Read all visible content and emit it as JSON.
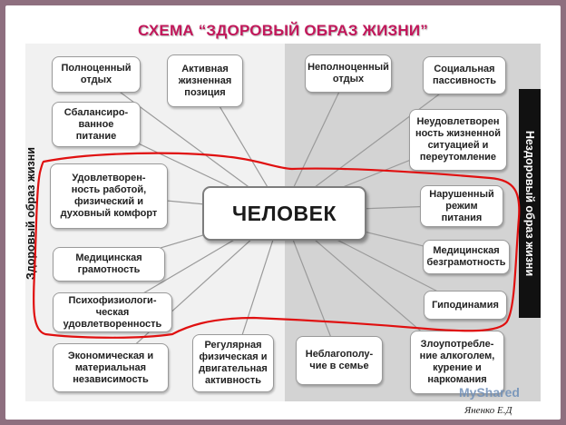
{
  "title": "СХЕМА “ЗДОРОВЫЙ ОБРАЗ ЖИЗНИ”",
  "center": "ЧЕЛОВЕК",
  "side_labels": {
    "left": "Здоровый образ жизни",
    "right": "Нездоровый образ жизни"
  },
  "left_items": [
    "Полноценный\nотдых",
    "Активная\nжизненная\nпозиция",
    "Сбалансиро-\nванное\nпитание",
    "Удовлетворен-\nность работой,\nфизический и\nдуховный комфорт",
    "Медицинская\nграмотность",
    "Психофизиологи-\nческая\nудовлетворенность",
    "Экономическая и\nматериальная\nнезависимость",
    "Регулярная\nфизическая и\nдвигательная\nактивность"
  ],
  "right_items": [
    "Неполноценный\nотдых",
    "Социальная\nпассивность",
    "Неудовлетворен\nность жизненной\nситуацией и\nпереутомление",
    "Нарушенный\nрежим\nпитания",
    "Медицинская\nбезграмотность",
    "Гиподинамия",
    "Неблагополу-\nчие в семье",
    "Злоупотребле-\nние алкоголем,\nкурение и\nнаркомания"
  ],
  "watermark": "MyShared",
  "author": "Яненко Е.Д",
  "colors": {
    "title": "#c2185b",
    "highlight_loop": "#e01010",
    "left_panel": "#f1f1f1",
    "right_panel": "#d3d3d3",
    "frame_border": "#8e6f7f"
  }
}
